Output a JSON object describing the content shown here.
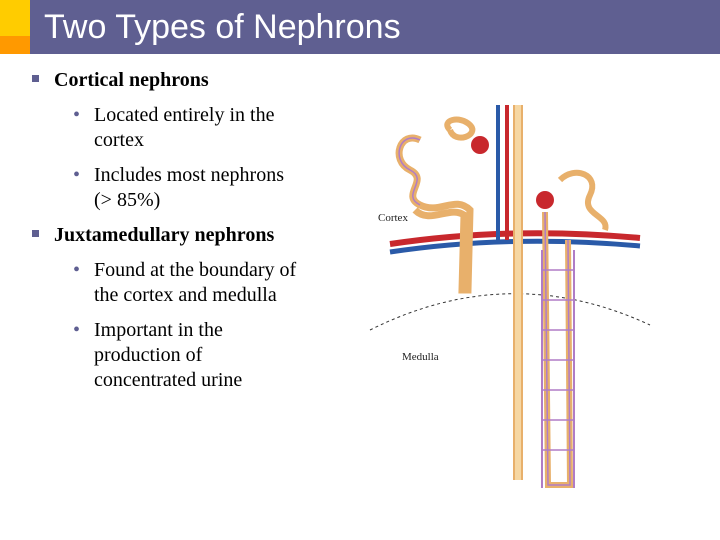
{
  "slide": {
    "title": "Two Types of Nephrons",
    "accent_color": "#5f5f91",
    "corner_colors": [
      "#ffcc00",
      "#ff9900"
    ]
  },
  "bullets": [
    {
      "text": "Cortical nephrons",
      "sub": [
        "Located entirely in the cortex",
        "Includes most nephrons (> 85%)"
      ]
    },
    {
      "text": "Juxtamedullary nephrons",
      "sub": [
        "Found at the boundary of the cortex and medulla",
        "Important in the production of concentrated urine"
      ]
    }
  ],
  "diagram": {
    "cortex_label": "Cortex",
    "medulla_label": "Medulla"
  }
}
